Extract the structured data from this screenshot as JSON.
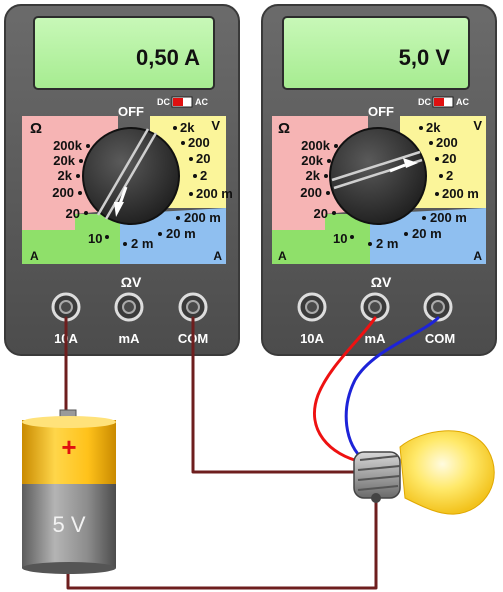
{
  "meters": [
    {
      "id": "left",
      "display": "0,50 A",
      "off": "OFF",
      "dc": "DC",
      "ac": "AC",
      "ohm_symbol": "Ω",
      "volt_symbol": "V",
      "amp_left": "A",
      "amp_right": "A",
      "ohm_ranges": [
        "200k",
        "20k",
        "2k",
        "200",
        "20"
      ],
      "volt_ranges": [
        "2k",
        "200",
        "20",
        "2",
        "200 m"
      ],
      "amp_ranges": [
        "200 m",
        "20 m",
        "2 m",
        "10"
      ],
      "terminals_header": "ΩV",
      "terminals": [
        "10A",
        "mA",
        "COM"
      ],
      "dial_setting": "10"
    },
    {
      "id": "right",
      "display": "5,0 V",
      "off": "OFF",
      "dc": "DC",
      "ac": "AC",
      "ohm_symbol": "Ω",
      "volt_symbol": "V",
      "amp_left": "A",
      "amp_right": "A",
      "ohm_ranges": [
        "200k",
        "20k",
        "2k",
        "200",
        "20"
      ],
      "volt_ranges": [
        "2k",
        "200",
        "20",
        "2",
        "200 m"
      ],
      "amp_ranges": [
        "200 m",
        "20 m",
        "2 m",
        "10"
      ],
      "terminals_header": "ΩV",
      "terminals": [
        "10A",
        "mA",
        "COM"
      ],
      "dial_setting": "20"
    }
  ],
  "battery": {
    "plus": "+",
    "label": "5 V"
  },
  "bulb": {
    "icon": "light-bulb-icon"
  },
  "colors": {
    "body": "#5b5b5b",
    "lcd": "#b6f3a4",
    "ohm_zone": "#f6b4b4",
    "volt_zone": "#fbf59a",
    "amp_blue": "#8fbff0",
    "amp_green": "#8fe06a",
    "wire_dark": "#6e1e1e",
    "wire_red": "#ee1111",
    "wire_blue": "#1d23d8"
  }
}
